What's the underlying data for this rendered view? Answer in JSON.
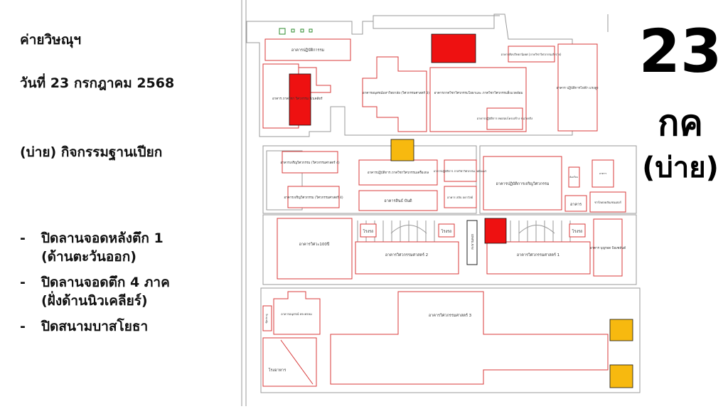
{
  "left": {
    "camp": "ค่ายวิษณุฯ",
    "date": "วันที่ 23 กรกฎาคม 2568",
    "activity": "(บ่าย) กิจกรรมฐานเปียก",
    "closures": [
      {
        "line1": "ปิดลานจอดหลังตึก 1",
        "line2": "(ด้านตะวันออก)"
      },
      {
        "line1": "ปิดลานจอดตึก 4 ภาค",
        "line2": "(ฝั่งด้านนิวเคลียร์)"
      },
      {
        "line1": "ปิดสนามบาสโยธา",
        "line2": ""
      }
    ]
  },
  "right": {
    "day": "23",
    "month": "กค",
    "period": "(บ่าย)"
  },
  "map": {
    "colors": {
      "closed": "#ee1111",
      "orange": "#f7b90f",
      "outline": "#d83a3a",
      "road": "#999999"
    },
    "labels": {
      "b_practice": "อาคารปฏิบัติการรม",
      "b_dept_nuclear": "อาคาร ภาควิชา วิศวกรรม นิวเคลียร์",
      "b_anusorn": "อาคารอนุสรณ์มหาวิทยาลัย (วิศวกรรมศาสตร์ 3)",
      "b_electrical": "อาคารภาควิชาวิศวกรรมโยธาและ ภาควิชาวิศวกรรมสิ่งแวดล้อม",
      "b_mech_lab": "อาคารปฏิบัติการ ทดสอบโครงสร้าง ขนาดจริง",
      "b_survey": "อาคารศิลปวิทยานิเทศ (ภาควิชาวิศวกรรมสำรวจ)",
      "b_power": "อาคาร ปฏิบัติการไฟฟ้า แรงสูง",
      "b_eng4a": "อาคารเจริญวิศวกรรม (วิศวกรรมศาสตร์ 4)",
      "b_eng4b": "อาคารเจริญวิศวกรรม (วิศวกรรมศาสตร์ 4)",
      "b_mech": "อาคารปฏิบัติการ ภาควิชาวิศวกรรมเครื่องกล",
      "b_metal": "อาคารปฏิบัติการ ภาควิชาวิศวกรรม เหมืองแร่",
      "b_sin": "อาคารสินธ์ บันดิ",
      "b_salap": "อาคาร สลับ ลดาวัลย์",
      "b_charoen": "อาคารปฏิบัติการเจริญวิศวกรรม",
      "b_small1": "ห้องเรียน",
      "b_small2": "อาคาร",
      "b_chao": "ชาร์ลดลดสันเซนเตอร์",
      "b_aakan": "อาคาร",
      "b_100": "อาคารวิศวะ100ปี",
      "b_wr1": "โรงรถ",
      "b_wr2": "โรงรถ",
      "b_wr3": "โรงรถ",
      "b_eng2": "อาคารวิศวกรรมศาสตร์ 2",
      "b_eng1": "อาคารวิศวกรรมศาสตร์ 1",
      "b_bridge": "สะพานลอย",
      "b_boon": "อาคาร บุญรอด บิณฑสันต์",
      "b_eng3": "อาคารวิศวกรรมศาสตร์ 3",
      "b_shrine": "อาคารอนุสรณ์ พระพรหม",
      "b_gate": "ซุ้มประตู",
      "b_canteen": "โรงอาหาร"
    }
  }
}
